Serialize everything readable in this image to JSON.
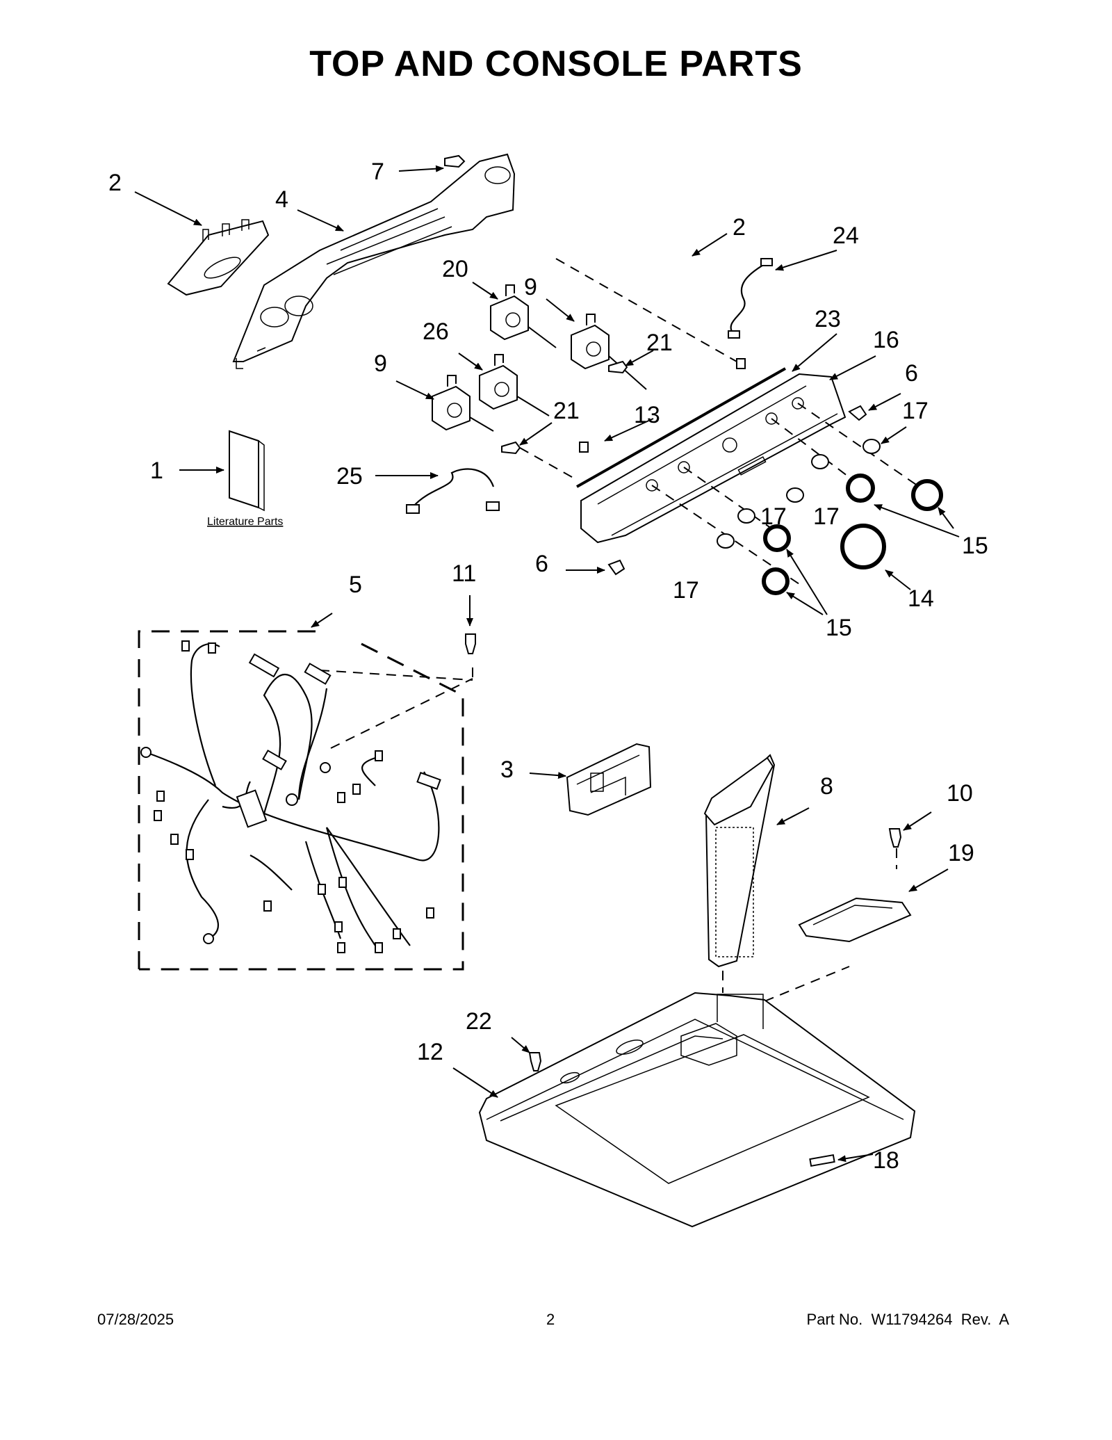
{
  "title": "TOP AND CONSOLE PARTS",
  "literature_label": "Literature Parts",
  "callouts": {
    "c1": "1",
    "c2a": "2",
    "c2b": "2",
    "c3": "3",
    "c4": "4",
    "c5": "5",
    "c6a": "6",
    "c6b": "6",
    "c7": "7",
    "c8": "8",
    "c9a": "9",
    "c9b": "9",
    "c10": "10",
    "c11": "11",
    "c12": "12",
    "c13": "13",
    "c14": "14",
    "c15a": "15",
    "c15b": "15",
    "c16": "16",
    "c17a": "17",
    "c17b": "17",
    "c17c": "17",
    "c17d": "17",
    "c18": "18",
    "c19": "19",
    "c20": "20",
    "c21a": "21",
    "c21b": "21",
    "c22": "22",
    "c23": "23",
    "c24": "24",
    "c25": "25",
    "c26": "26"
  },
  "footer": {
    "date": "07/28/2025",
    "page": "2",
    "part_number": "Part No.  W11794264  Rev.  A"
  }
}
